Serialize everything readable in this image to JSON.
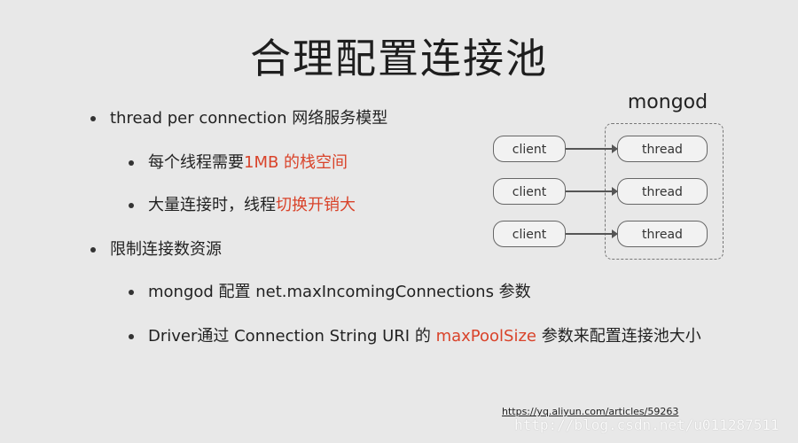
{
  "slide": {
    "title": "合理配置连接池",
    "bullets": {
      "b1": "thread per connection 网络服务模型",
      "b2_pre": "每个线程需要",
      "b2_hl": "1MB 的栈空间",
      "b3_pre": "大量连接时，线程",
      "b3_hl": "切换开销大",
      "b4": "限制连接数资源",
      "b5": "mongod 配置 net.maxIncomingConnections 参数",
      "b6_pre": "Driver通过 Connection String URI 的 ",
      "b6_hl": "maxPoolSize",
      "b6_post": " 参数来配置连接池大小"
    },
    "diagram": {
      "label": "mongod",
      "clients": [
        "client",
        "client",
        "client"
      ],
      "threads": [
        "thread",
        "thread",
        "thread"
      ]
    },
    "link": "https://yq.aliyun.com/articles/59263",
    "watermark": "http://blog.csdn.net/u011287511"
  },
  "colors": {
    "highlight": "#d9432a",
    "background": "#e8e8e8"
  }
}
